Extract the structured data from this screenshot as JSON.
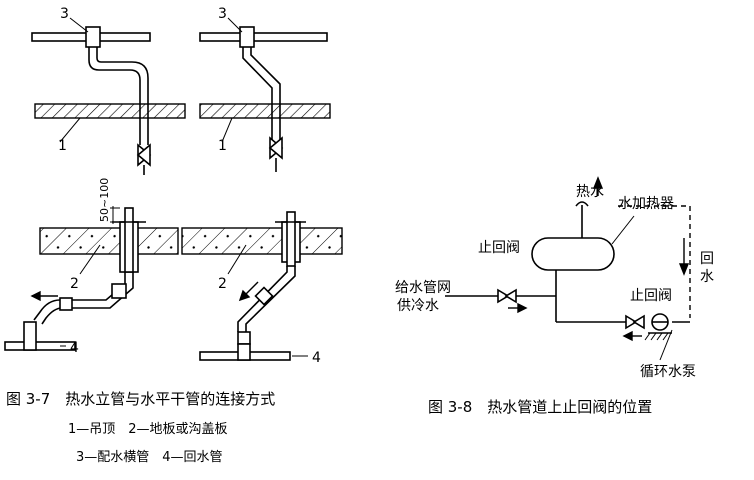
{
  "fig37": {
    "callouts": {
      "top_left_3": "3",
      "top_right_3": "3",
      "top_left_1": "1",
      "top_right_1": "1",
      "bottom_left_2": "2",
      "bottom_right_2": "2",
      "bottom_left_4": "4",
      "bottom_right_4": "4"
    },
    "dimension": "50~100",
    "caption": "图 3-7　热水立管与水平干管的连接方式",
    "legend_line1": "1—吊顶　2—地板或沟盖板",
    "legend_line2": "3—配水横管　4—回水管"
  },
  "fig38": {
    "hot_water": "热水",
    "heater": "水加热器",
    "return_water": "回水",
    "check_valve_upper": "止回阀",
    "check_valve_lower": "止回阀",
    "supply_line1": "给水管网",
    "supply_line2": "供冷水",
    "pump": "循环水泵",
    "caption": "图 3-8　热水管道上止回阀的位置"
  }
}
